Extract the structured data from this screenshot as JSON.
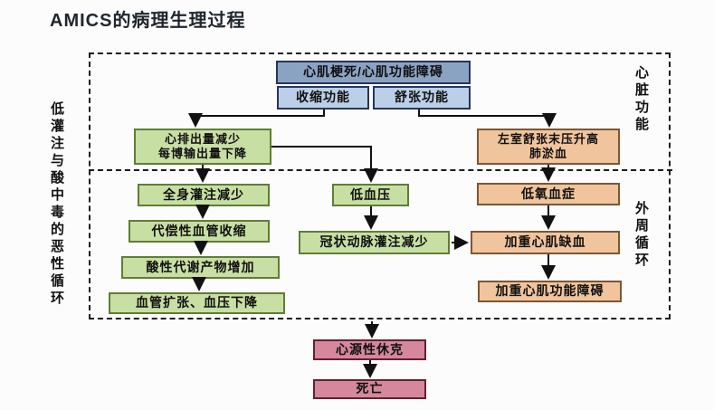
{
  "title": "AMICS的病理生理过程",
  "regions": {
    "left_cycle": "低灌注与酸中毒的恶性循环",
    "cardiac_function": "心脏功能",
    "peripheral_circulation": "外周循环"
  },
  "nodes": {
    "mi_dysfunction": {
      "label": "心肌梗死/心肌功能障碍"
    },
    "systolic_function": {
      "label": "收缩功能"
    },
    "diastolic_function": {
      "label": "舒张功能"
    },
    "cardiac_output_decrease": {
      "line1": "心排出量减少",
      "line2": "每博输出量下降"
    },
    "lvedp_rise": {
      "line1": "左室舒张末压升高",
      "line2": "肺淤血"
    },
    "systemic_perfusion_decrease": {
      "label": "全身灌注减少"
    },
    "hypotension": {
      "label": "低血压"
    },
    "hypoxemia": {
      "label": "低氧血症"
    },
    "compensatory_vasoconstriction": {
      "label": "代偿性血管收缩"
    },
    "coronary_perfusion_decrease": {
      "label": "冠状动脉灌注减少"
    },
    "aggravate_ischemia": {
      "label": "加重心肌缺血"
    },
    "acidic_metabolites_increase": {
      "label": "酸性代谢产物增加"
    },
    "aggravate_dysfunction": {
      "label": "加重心肌功能障碍"
    },
    "vasodilation_bp_drop": {
      "label": "血管扩张、血压下降"
    },
    "cardiogenic_shock": {
      "label": "心源性休克"
    },
    "death": {
      "label": "死亡"
    }
  },
  "colors": {
    "header_fill": "#8ba3c2",
    "header_border": "#27355c",
    "subheader_fill": "#bccfe8",
    "green_fill": "#c8dfa4",
    "green_border": "#5f7d35",
    "orange_fill": "#f0c49c",
    "orange_border": "#7d5633",
    "pink_fill": "#d4879d",
    "pink_border": "#63212f",
    "arrow": "#111111",
    "dashed_border": "#1c1c1c"
  }
}
